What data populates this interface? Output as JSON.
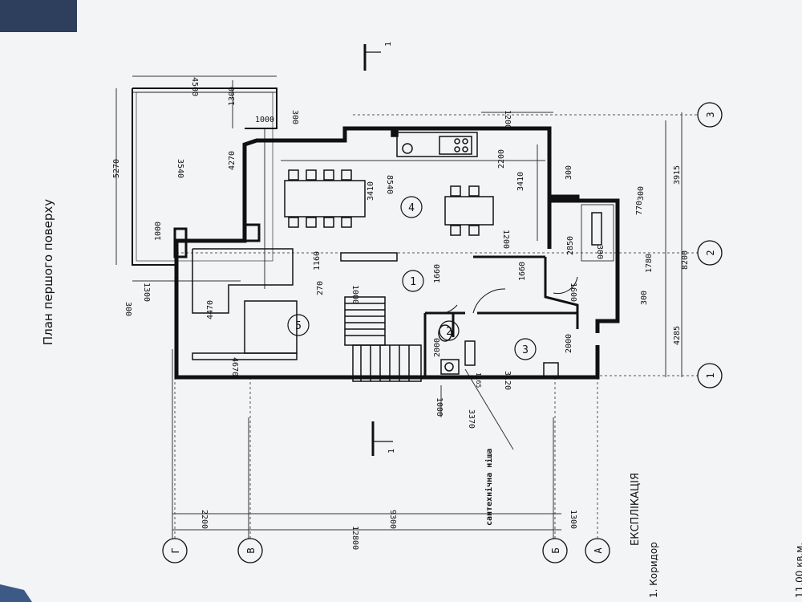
{
  "title": "План першого поверху",
  "explication": {
    "heading": "ЕКСПЛІКАЦІЯ",
    "first_item": "1. Коридор",
    "first_area": "11,00 кв.м."
  },
  "axes_numbers": [
    "1",
    "2",
    "3"
  ],
  "axes_letters": [
    "Г",
    "В",
    "Б",
    "А"
  ],
  "section_mark": "1",
  "rooms": [
    "1",
    "2",
    "3",
    "4",
    "5"
  ],
  "dimensions": {
    "d4500": "4500",
    "d1300a": "1300",
    "d1000a": "1000",
    "d300a": "300",
    "d1200a": "1200",
    "d5270": "5270",
    "d3540": "3540",
    "d4270": "4270",
    "d8540": "8540",
    "d2200a": "2200",
    "d3410a": "3410",
    "d3410b": "3410",
    "d300b": "300",
    "d3915": "3915",
    "d1000b": "1000",
    "d1300b": "1300",
    "d300c": "300",
    "d1160": "1160",
    "d270": "270",
    "d1000c": "1000",
    "d1660a": "1660",
    "d1660b": "1660",
    "d2850": "2850",
    "d1200b": "1200",
    "d770": "770",
    "d300d": "300",
    "d300e": "300",
    "d1600": "1600",
    "d1780": "1780",
    "d300f": "300",
    "d8200": "8200",
    "d4470": "4470",
    "d4670": "4670",
    "d2000a": "2000",
    "d2000b": "2000",
    "d3120": "3120",
    "d4285": "4285",
    "d1000d": "1000",
    "d3370": "3370",
    "d1165": "1165",
    "d2200b": "2200",
    "d9300": "9300",
    "d12800": "12800",
    "d1300c": "1300"
  },
  "annotation_label": "сантехнічна ніша"
}
